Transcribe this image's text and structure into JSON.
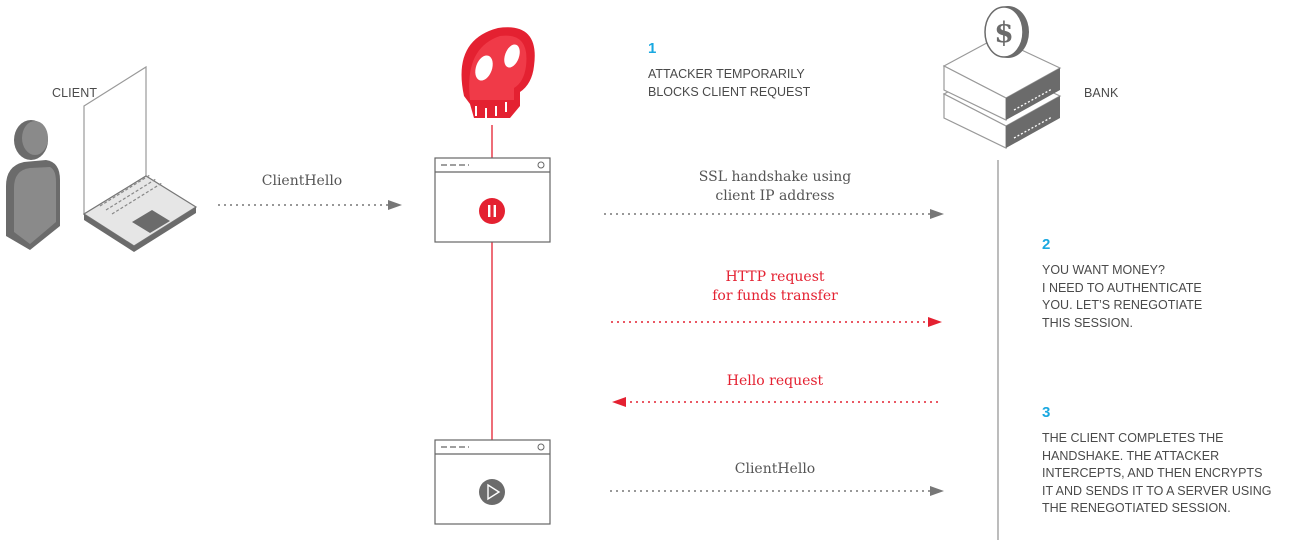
{
  "colors": {
    "accent_red": "#e42131",
    "step_blue": "#1aa8e0",
    "gray_icon": "#6b6b6b",
    "line_gray": "#999999"
  },
  "labels": {
    "client": "CLIENT",
    "bank": "BANK"
  },
  "steps": [
    {
      "num": "1",
      "lines": [
        "ATTACKER TEMPORARILY",
        "BLOCKS CLIENT REQUEST"
      ]
    },
    {
      "num": "2",
      "lines": [
        "YOU WANT MONEY?",
        "I NEED TO AUTHENTICATE",
        "YOU. LET’S RENEGOTIATE",
        "THIS SESSION."
      ]
    },
    {
      "num": "3",
      "lines": [
        "THE CLIENT COMPLETES THE",
        "HANDSHAKE. THE ATTACKER",
        "INTERCEPTS, AND THEN ENCRYPTS",
        "IT AND SENDS IT TO A SERVER USING",
        "THE RENEGOTIATED SESSION."
      ]
    }
  ],
  "messages": {
    "client_hello_1": "ClientHello",
    "ssl": [
      "SSL handshake using",
      "client IP address"
    ],
    "http": [
      "HTTP request",
      "for funds transfer"
    ],
    "hello_request": "Hello request",
    "client_hello_2": "ClientHello"
  },
  "icons": {
    "attacker": "skull-icon",
    "client": "person-laptop-icon",
    "bank": "server-dollar-icon",
    "pause": "pause-icon",
    "play": "play-icon"
  }
}
